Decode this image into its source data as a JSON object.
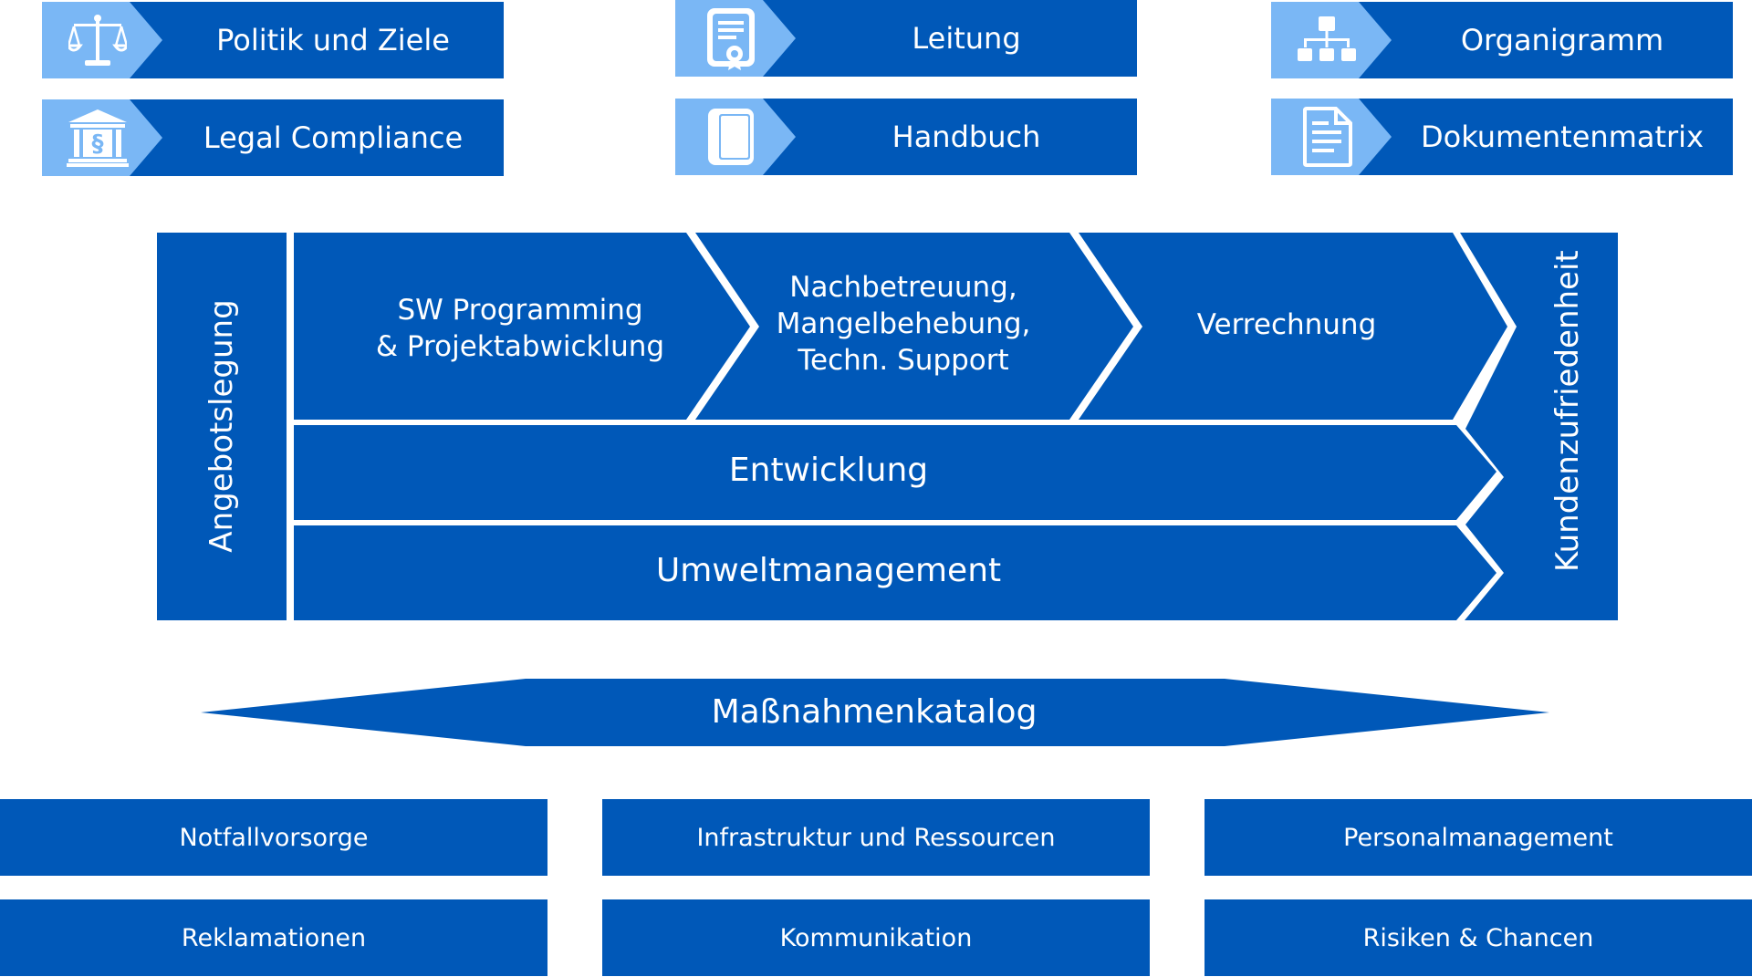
{
  "colors": {
    "primary": "#0058b8",
    "accent_light": "#7ab7f5",
    "background": "#ffffff"
  },
  "top_tiles": [
    {
      "label": "Politik und Ziele",
      "icon": "scales-icon"
    },
    {
      "label": "Leitung",
      "icon": "certificate-icon"
    },
    {
      "label": "Organigramm",
      "icon": "org-chart-icon"
    },
    {
      "label": "Legal Compliance",
      "icon": "courthouse-paragraph-icon"
    },
    {
      "label": "Handbuch",
      "icon": "book-icon"
    },
    {
      "label": "Dokumentenmatrix",
      "icon": "document-icon"
    }
  ],
  "process": {
    "left_bar": "Angebotslegung",
    "right_bar": "Kundenzufriedenheit",
    "steps": [
      {
        "line1": "SW Programming",
        "line2": "& Projektabwicklung",
        "line3": ""
      },
      {
        "line1": "Nachbetreuung,",
        "line2": "Mangelbehebung,",
        "line3": "Techn. Support"
      },
      {
        "line1": "Verrechnung",
        "line2": "",
        "line3": ""
      }
    ],
    "rows": [
      "Entwicklung",
      "Umweltmanagement"
    ]
  },
  "catalog": {
    "label": "Maßnahmenkatalog"
  },
  "bottom_boxes": [
    "Notfallvorsorge",
    "Infrastruktur und Ressourcen",
    "Personalmanagement",
    "Reklamationen",
    "Kommunikation",
    "Risiken & Chancen"
  ]
}
